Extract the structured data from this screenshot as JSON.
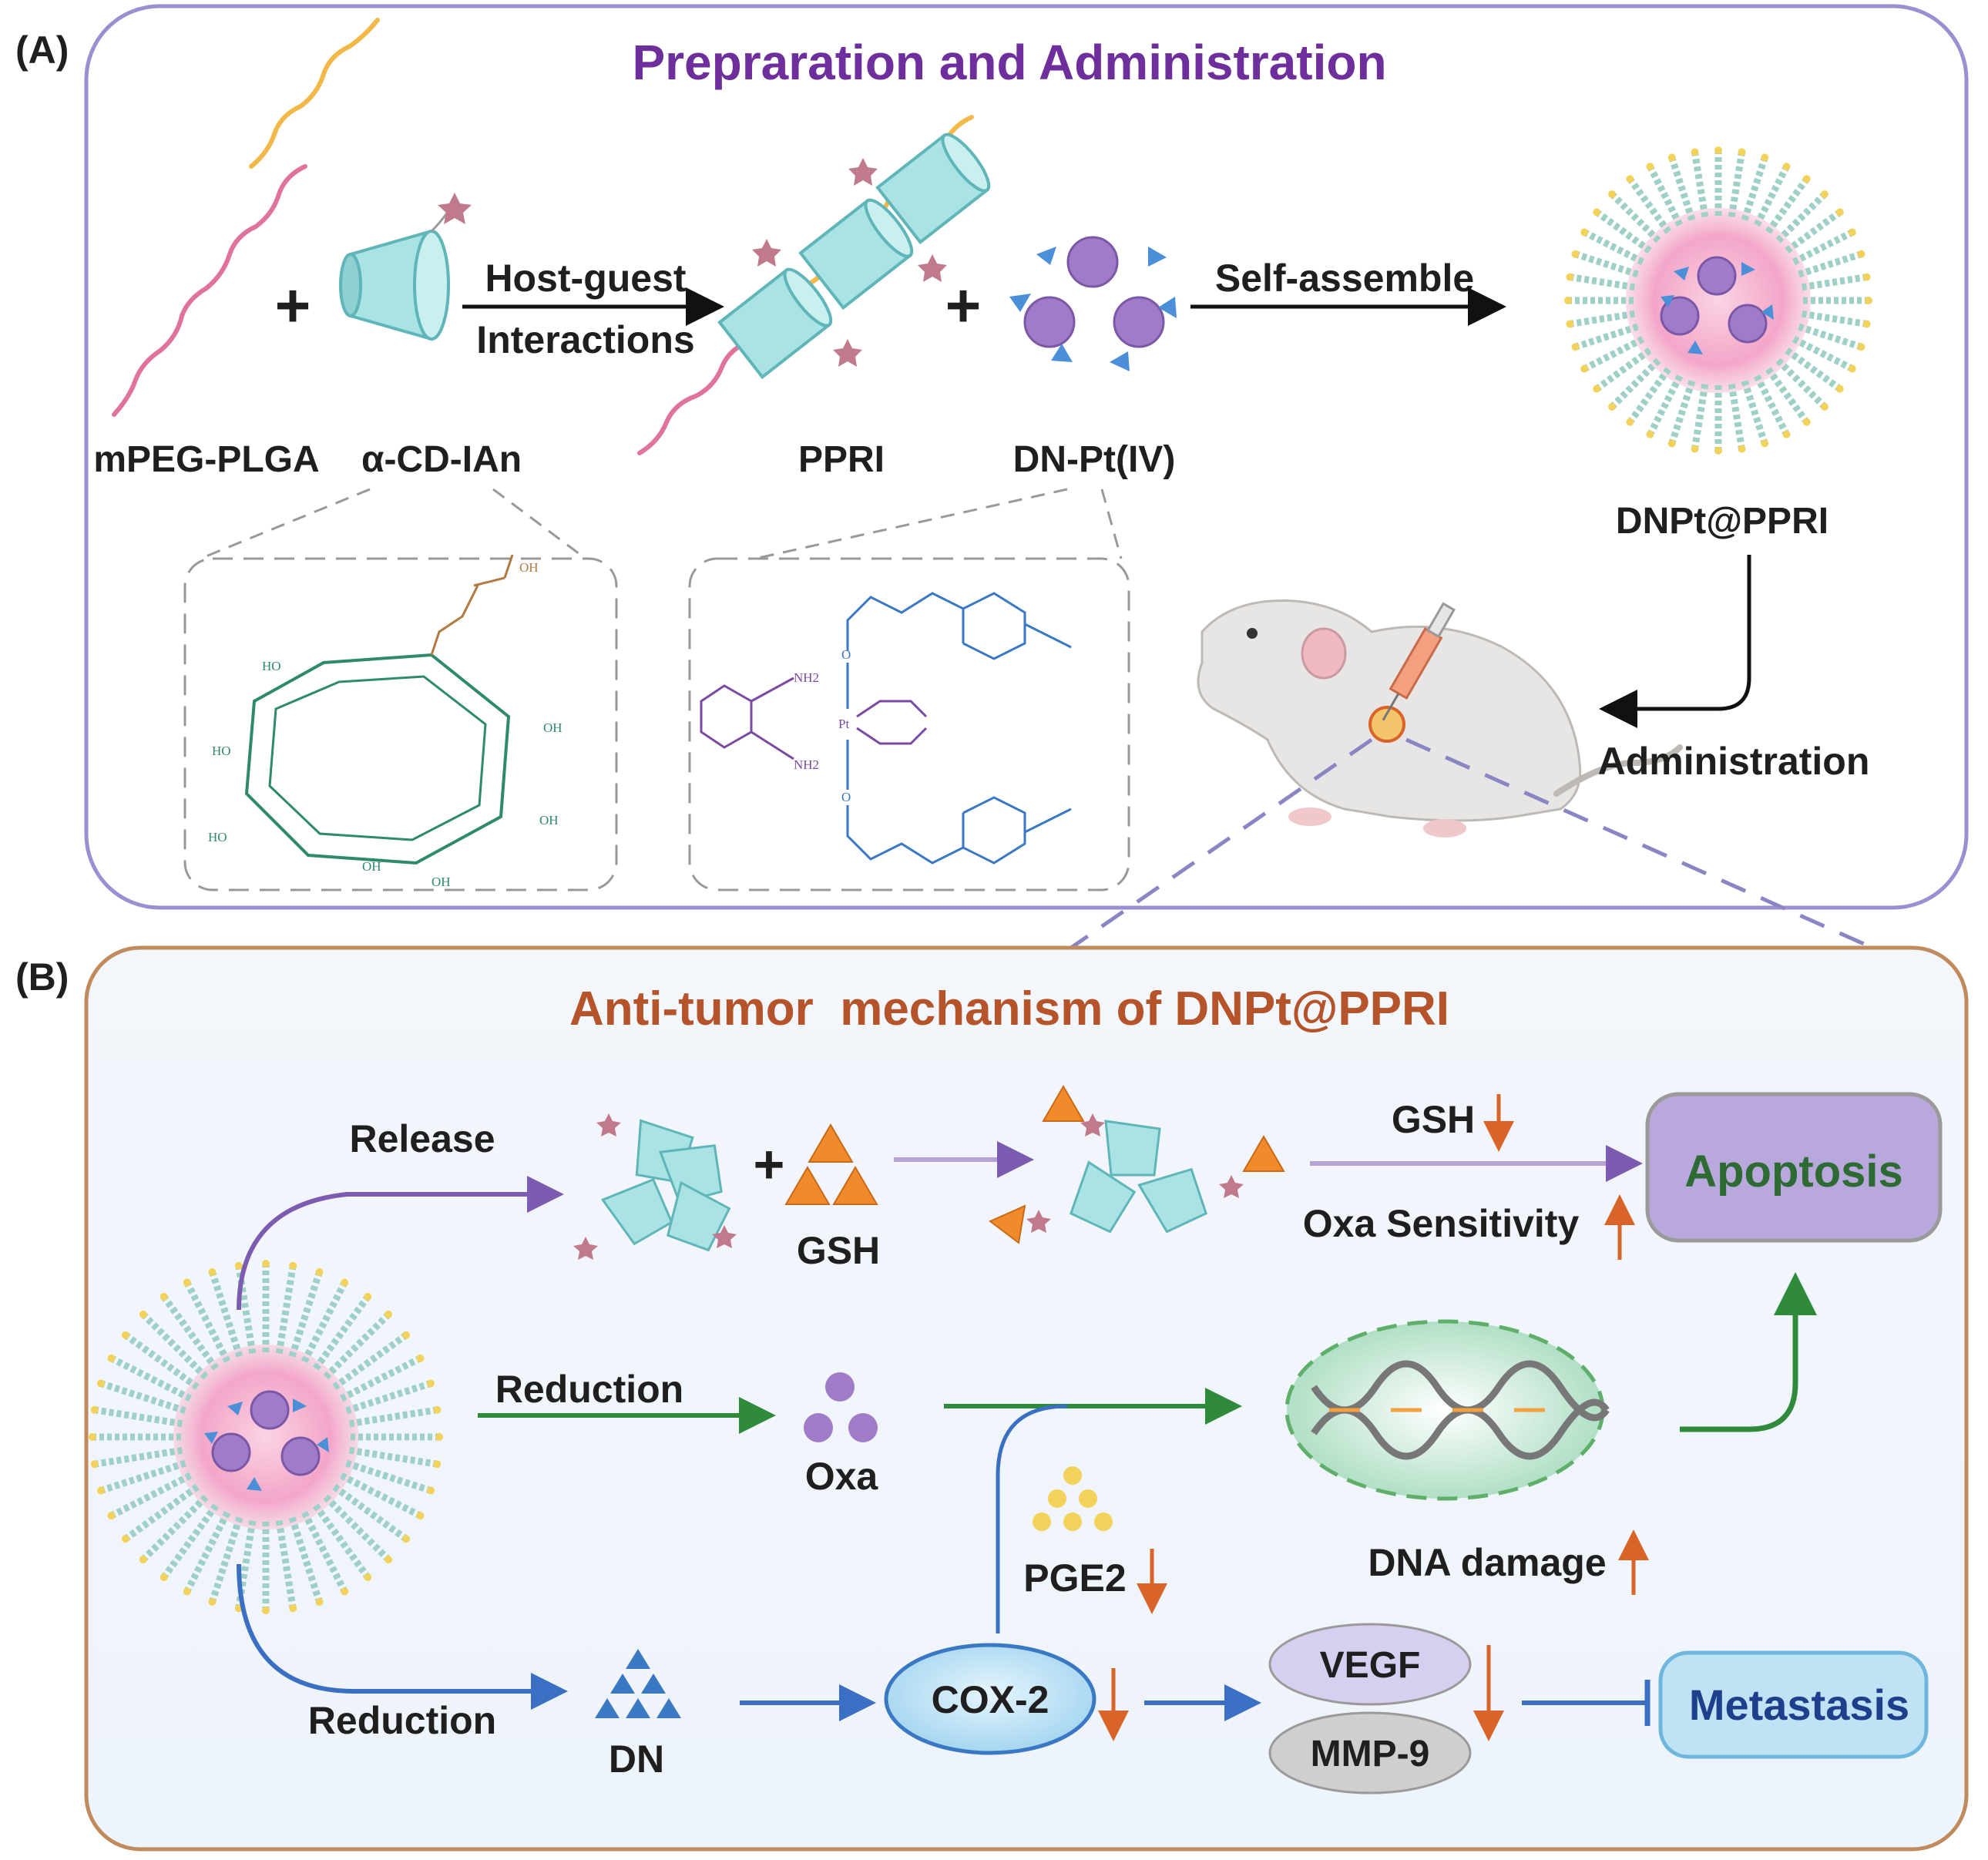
{
  "panel_a": {
    "tag": "(A)",
    "title": "Prepraration and Administration",
    "labels": {
      "mpeg_plga": "mPEG-PLGA",
      "alpha_cd_ian": "α-CD-IAn",
      "ppri": "PPRI",
      "dn_pt": "DN-Pt(IV)",
      "dnpt_ppri": "DNPt@PPRI",
      "administration": "Administration",
      "host_guest_1": "Host-guest",
      "host_guest_2": "Interactions",
      "self_assemble": "Self-assemble",
      "plus": "+"
    },
    "chem": {
      "oh": "OH",
      "ho": "HO",
      "nh2": "NH2",
      "pt": "Pt",
      "o": "O"
    }
  },
  "panel_b": {
    "tag": "(B)",
    "title": "Anti-tumor  mechanism of DNPt@PPRI",
    "labels": {
      "release": "Release",
      "reduction_1": "Reduction",
      "reduction_2": "Reduction",
      "gsh_1": "GSH",
      "gsh_2": "GSH",
      "oxa_sensitivity": "Oxa Sensitivity",
      "apoptosis": "Apoptosis",
      "oxa": "Oxa",
      "pge2": "PGE2",
      "dna_damage": "DNA damage",
      "dn": "DN",
      "cox2": "COX-2",
      "vegf": "VEGF",
      "mmp9": "MMP-9",
      "metastasis": "Metastasis",
      "plus": "+"
    }
  },
  "colors": {
    "panel_a_border": "#9a8fd0",
    "panel_b_border": "#c08a5c",
    "title_a": "#6e2e9c",
    "title_b": "#b5532a",
    "release_arrow": "#7b5cb0",
    "reduction_green": "#2f8a3c",
    "reduction_blue": "#3a6fc4",
    "down_arrow": "#d9642a",
    "apoptosis_fill": "#b9a8dc",
    "apoptosis_text": "#2e6b34",
    "metastasis_fill": "#bfe3f5",
    "metastasis_text": "#1e3f8c",
    "nanoparticle_core": "#f3a6c8",
    "cd_cyan": "#a9e3e3",
    "triangle_orange": "#f08a2a",
    "sphere_purple": "#a07cc8",
    "pge2_yellow": "#f2d25a"
  }
}
